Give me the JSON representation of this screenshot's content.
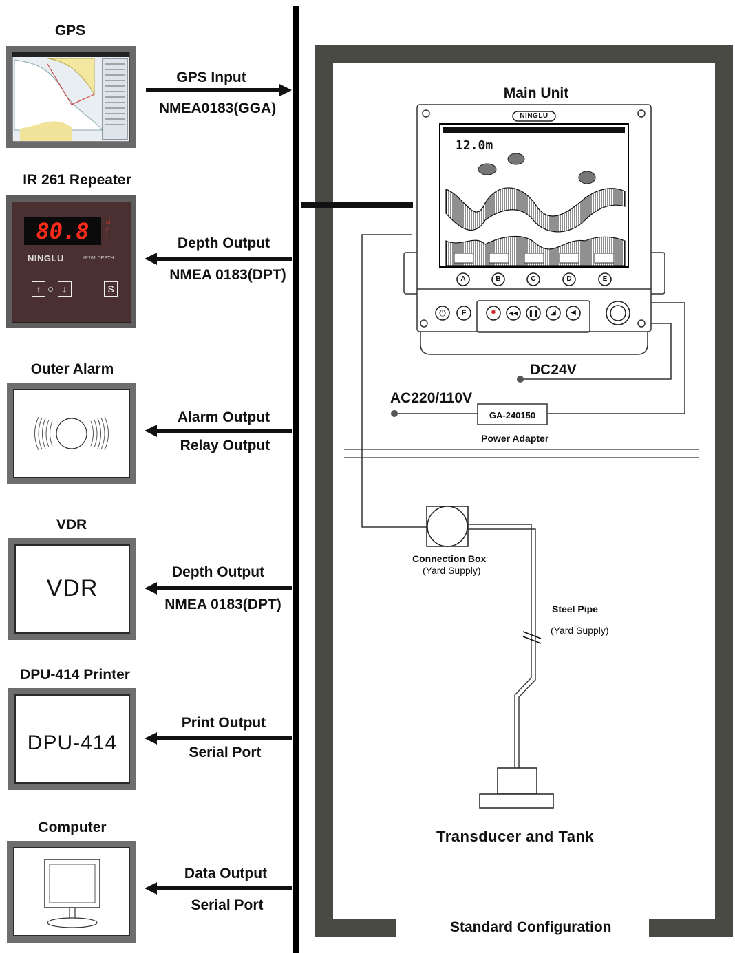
{
  "devices": {
    "gps": {
      "title": "GPS",
      "line1": "GPS Input",
      "line2": "NMEA0183(GGA)"
    },
    "repeater": {
      "title": "IR 261 Repeater",
      "line1": "Depth Output",
      "line2": "NMEA 0183(DPT)",
      "display": "80.8",
      "brand": "NINGLU",
      "model": "IR261 DEPTH",
      "unit_letters": "M F F",
      "s_key": "S"
    },
    "alarm": {
      "title": "Outer Alarm",
      "line1": "Alarm Output",
      "line2": "Relay Output"
    },
    "vdr": {
      "title": "VDR",
      "box_text": "VDR",
      "line1": "Depth Output",
      "line2": "NMEA 0183(DPT)"
    },
    "printer": {
      "title": "DPU-414 Printer",
      "box_text": "DPU-414",
      "line1": "Print Output",
      "line2": "Serial Port"
    },
    "computer": {
      "title": "Computer",
      "line1": "Data Output",
      "line2": "Serial Port"
    }
  },
  "main_unit": {
    "title": "Main  Unit",
    "brand": "NINGLU",
    "depth_readout": "12.0m",
    "soft_keys": [
      "A",
      "B",
      "C",
      "D",
      "E"
    ],
    "power_dc": "DC24V",
    "power_ac": "AC220/110V",
    "adapter_model": "GA-240150",
    "adapter_label": "Power Adapter"
  },
  "lower": {
    "connection_box": "Connection Box",
    "connection_box_note": "(Yard Supply)",
    "steel_pipe": "Steel Pipe",
    "steel_pipe_note": "(Yard Supply)",
    "transducer": "Transducer and Tank",
    "footer": "Standard Configuration"
  }
}
